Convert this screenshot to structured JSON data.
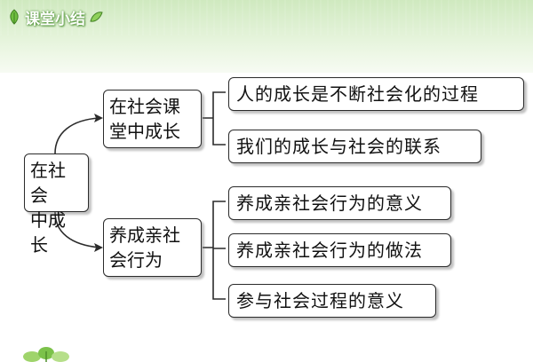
{
  "header": {
    "title": "课堂小结"
  },
  "diagram": {
    "root": "在社会\n中成长",
    "branches": [
      {
        "label": "在社会课\n堂中成长",
        "children": [
          "人的成长是不断社会化的过程",
          "我们的成长与社会的联系"
        ]
      },
      {
        "label": "养成亲社\n会行为",
        "children": [
          "养成亲社会行为的意义",
          "养成亲社会行为的做法",
          "参与社会过程的意义"
        ]
      }
    ]
  },
  "colors": {
    "header_band": "#cfe9bf",
    "header_text": "#ffffff",
    "line": "#2b2b2b"
  },
  "icons": {
    "header_left": "leaf-icon",
    "header_right": "leaf-icon",
    "footer": "plant-icon"
  }
}
